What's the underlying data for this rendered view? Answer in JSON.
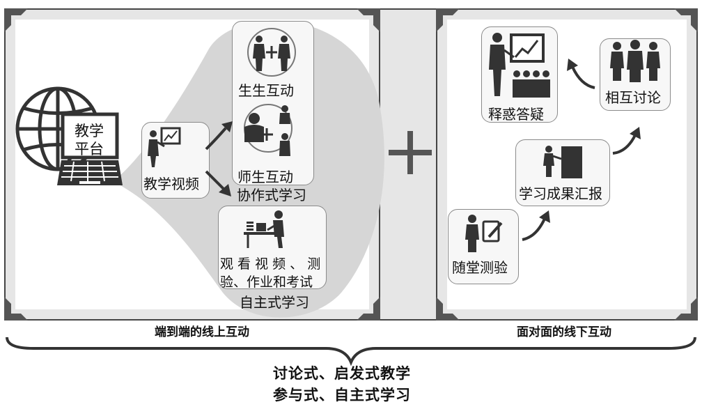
{
  "online": {
    "platform_line1": "教学",
    "platform_line2": "平台",
    "teaching_video": "教学视频",
    "student_interaction": "生生互动",
    "teacher_interaction": "师生互动",
    "collaborative": "协作式学习",
    "watch_line1": "观 看 视 频 、 测",
    "watch_line2": "验、作业和考试",
    "self_directed": "自主式学习",
    "caption": "端到端的线上互动"
  },
  "offline": {
    "explain": "释惑答疑",
    "discuss": "相互讨论",
    "report": "学习成果汇报",
    "quiz": "随堂测验",
    "caption": "面对面的线下互动"
  },
  "bottom": {
    "line1": "讨论式、启发式教学",
    "line2": "参与式、自主式学习"
  }
}
